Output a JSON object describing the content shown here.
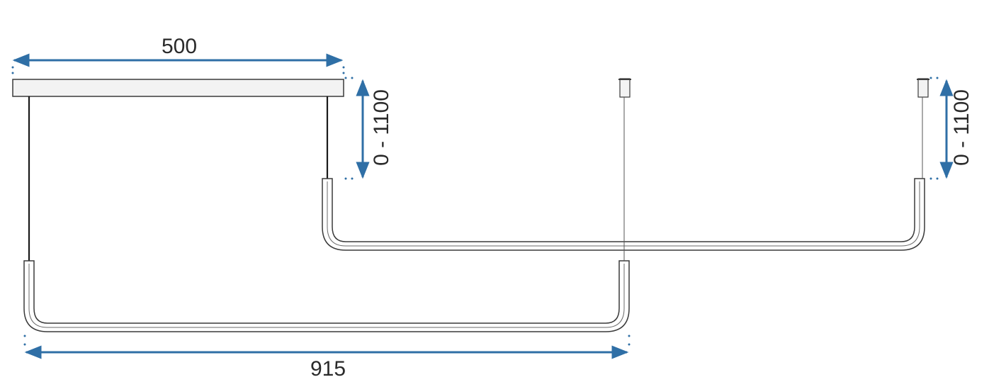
{
  "dimensions": {
    "canopy_width": "500",
    "total_width": "915",
    "height_left": "0 - 1100",
    "height_right": "0 - 1100"
  },
  "colors": {
    "dimension_arrow": "#2f6fa6",
    "line": "#3a3a3a",
    "canopy_fill": "#f3f3f3"
  }
}
